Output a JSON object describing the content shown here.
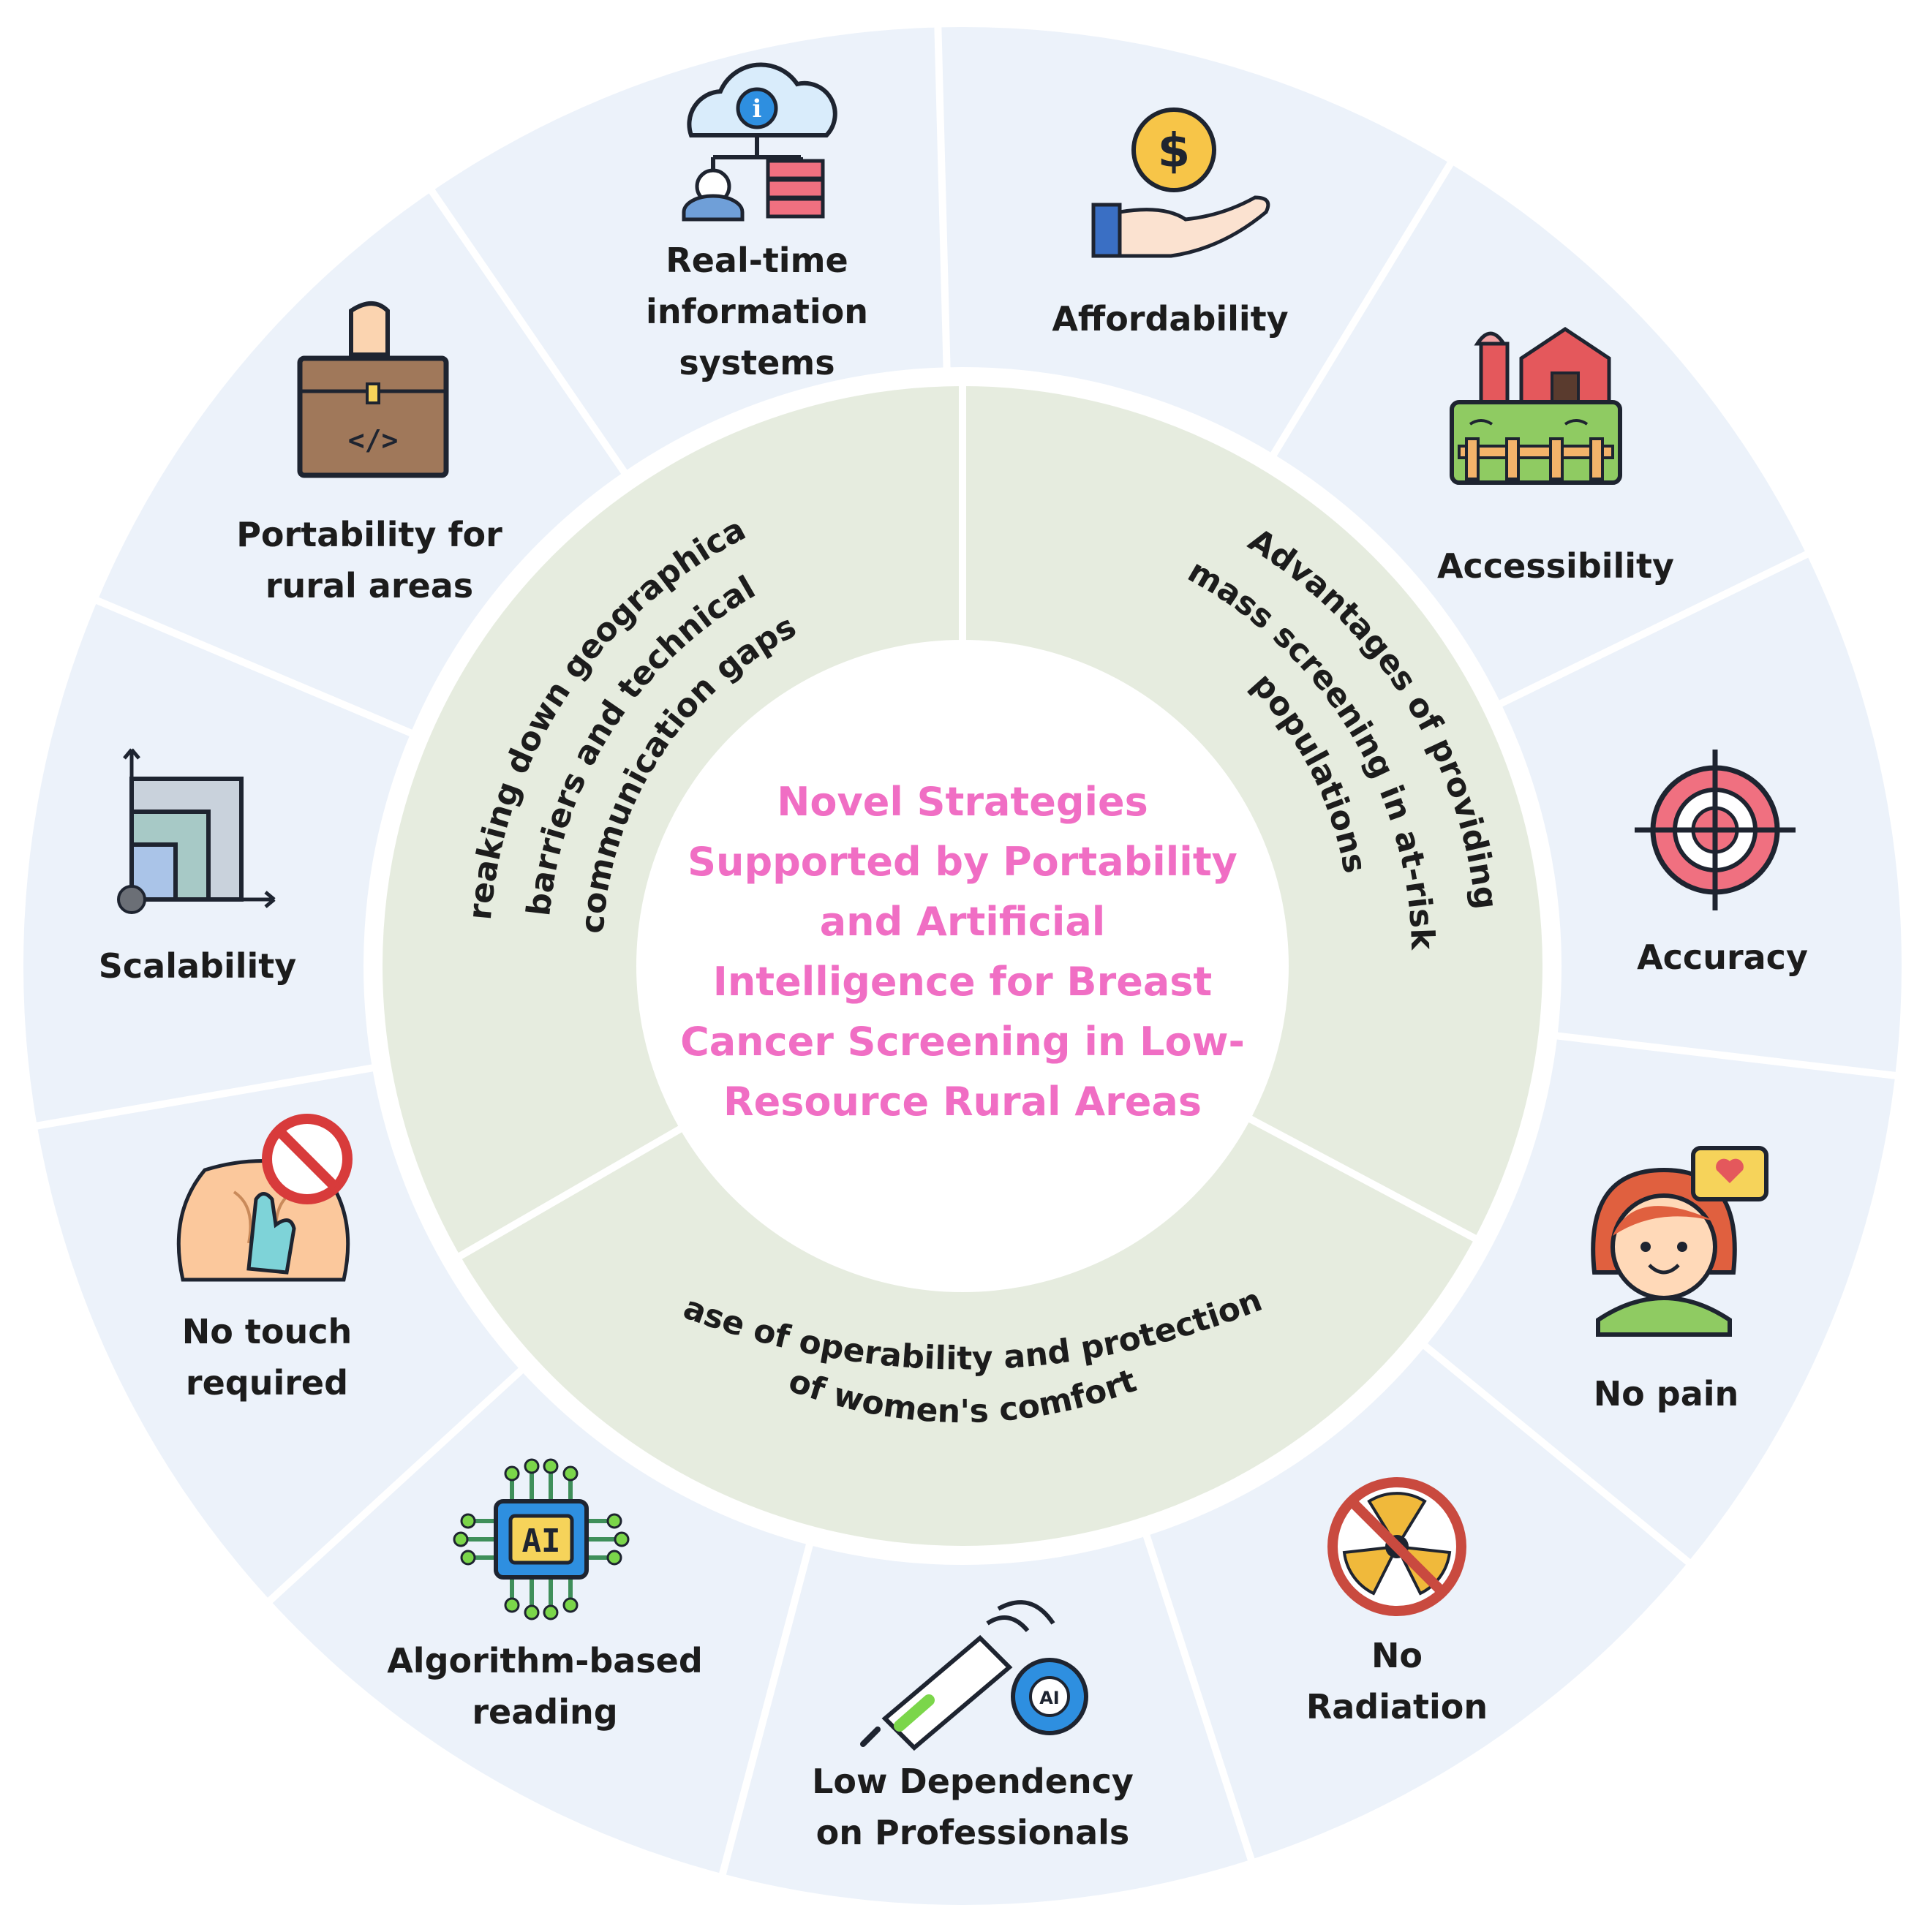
{
  "center": {
    "title_lines": [
      "Novel Strategies",
      "Supported by Portability",
      "and Artificial",
      "Intelligence for Breast",
      "Cancer Screening in Low-",
      "Resource Rural Areas"
    ]
  },
  "ring_categories": [
    {
      "lines": [
        "Breaking down geographical",
        "barriers and technical",
        "communication gaps"
      ]
    },
    {
      "lines": [
        "Advantages of providing",
        "mass screening in at-risk",
        "populations"
      ]
    },
    {
      "lines": [
        "Ease of operability and protection",
        "of women's comfort"
      ]
    }
  ],
  "features": [
    {
      "lines": [
        "Real-time",
        "information",
        "systems"
      ],
      "icon": "cloud-network-icon"
    },
    {
      "lines": [
        "Affordability"
      ],
      "icon": "coin-hand-icon"
    },
    {
      "lines": [
        "Accessibility"
      ],
      "icon": "farm-icon"
    },
    {
      "lines": [
        "Accuracy"
      ],
      "icon": "target-icon"
    },
    {
      "lines": [
        "No pain"
      ],
      "icon": "happy-girl-icon"
    },
    {
      "lines": [
        "No",
        "Radiation"
      ],
      "icon": "no-radiation-icon"
    },
    {
      "lines": [
        "Low Dependency",
        "on Professionals"
      ],
      "icon": "ultrasound-probe-icon"
    },
    {
      "lines": [
        "Algorithm-based",
        "reading"
      ],
      "icon": "ai-chip-icon"
    },
    {
      "lines": [
        "No touch",
        "required"
      ],
      "icon": "no-touch-icon"
    },
    {
      "lines": [
        "Scalability"
      ],
      "icon": "scalability-icon"
    },
    {
      "lines": [
        "Portability for",
        "rural areas"
      ],
      "icon": "briefcase-icon"
    }
  ],
  "colors": {
    "outer_ring": "#ecf2fa",
    "inner_ring": "#e6ecdf",
    "separator": "#ffffff",
    "center_text": "#f06ec4",
    "label_text": "#1c1c1c"
  }
}
